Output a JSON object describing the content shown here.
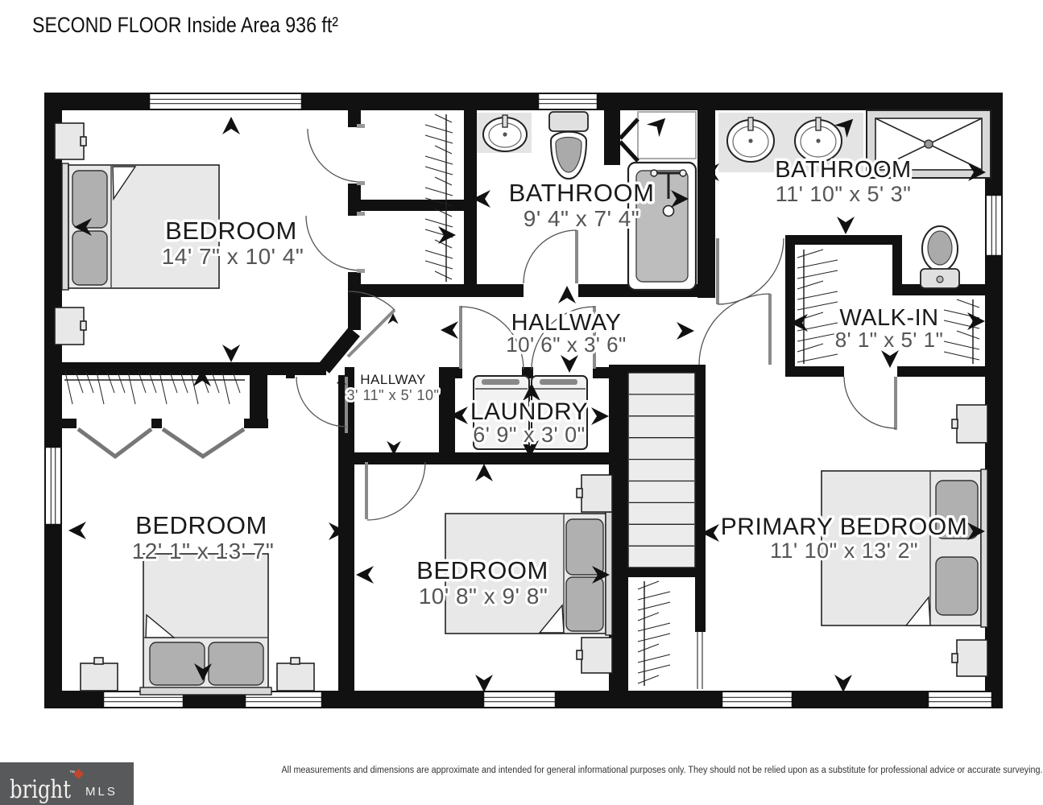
{
  "title": "SECOND FLOOR Inside Area 936 ft²",
  "rooms": [
    {
      "id": "bedroom-top-left",
      "name": "BEDROOM",
      "dims": "14' 7\" x 10' 4\""
    },
    {
      "id": "bathroom-middle",
      "name": "BATHROOM",
      "dims": "9' 4\" x 7' 4\""
    },
    {
      "id": "bathroom-right",
      "name": "BATHROOM",
      "dims": "11' 10\" x 5' 3\""
    },
    {
      "id": "walk-in-closet",
      "name": "WALK-IN",
      "dims": "8' 1\" x 5' 1\""
    },
    {
      "id": "hallway-main",
      "name": "HALLWAY",
      "dims": "10' 6\" x 3' 6\""
    },
    {
      "id": "hallway-small",
      "name": "HALLWAY",
      "dims": "3' 11\" x 5' 10\""
    },
    {
      "id": "laundry",
      "name": "LAUNDRY",
      "dims": "6' 9\" x 3' 0\""
    },
    {
      "id": "bedroom-bottom-left",
      "name": "BEDROOM",
      "dims": "12' 1\" x 13' 7\""
    },
    {
      "id": "bedroom-bottom-middle",
      "name": "BEDROOM",
      "dims": "10' 8\" x 9' 8\""
    },
    {
      "id": "primary-bedroom",
      "name": "PRIMARY BEDROOM",
      "dims": "11' 10\" x 13' 2\""
    }
  ],
  "footer": {
    "disclaimer": "All measurements and dimensions are approximate and intended for general informational purposes only. They should not be relied upon as a substitute for professional advice or accurate surveying."
  },
  "logo": {
    "brand": "bright",
    "suffix": "MLS",
    "tm": "™"
  },
  "colors": {
    "wall": "#111111",
    "furniture": "#e8e8e8",
    "logo_bg": "#58595b",
    "logo_diamond": "#c2452d"
  }
}
